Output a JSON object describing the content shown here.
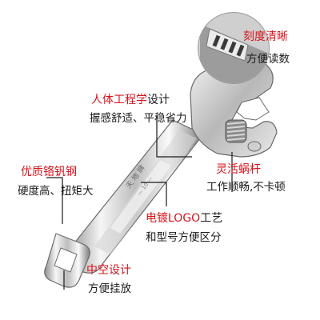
{
  "colors": {
    "accent": "#d8141c",
    "text": "#1a1a1a",
    "leader_line": "#1a1a1a",
    "background": "#ffffff"
  },
  "callouts": {
    "scale": {
      "title": "刻度清晰",
      "desc": "方便读数"
    },
    "ergonomic": {
      "title_red": "人体工程学",
      "title_dark": "设计",
      "desc": "握感舒适、平稳省力"
    },
    "worm": {
      "title": "灵活蜗杆",
      "desc": "工作顺畅,不卡顿"
    },
    "material": {
      "title": "优质铬钒钢",
      "desc": "硬度高、扭矩大"
    },
    "logo": {
      "title_red": "电镀LOGO",
      "title_dark": "工艺",
      "desc": "和型号方便区分"
    },
    "hollow": {
      "title": "中空设计",
      "desc": "方便挂放"
    }
  }
}
